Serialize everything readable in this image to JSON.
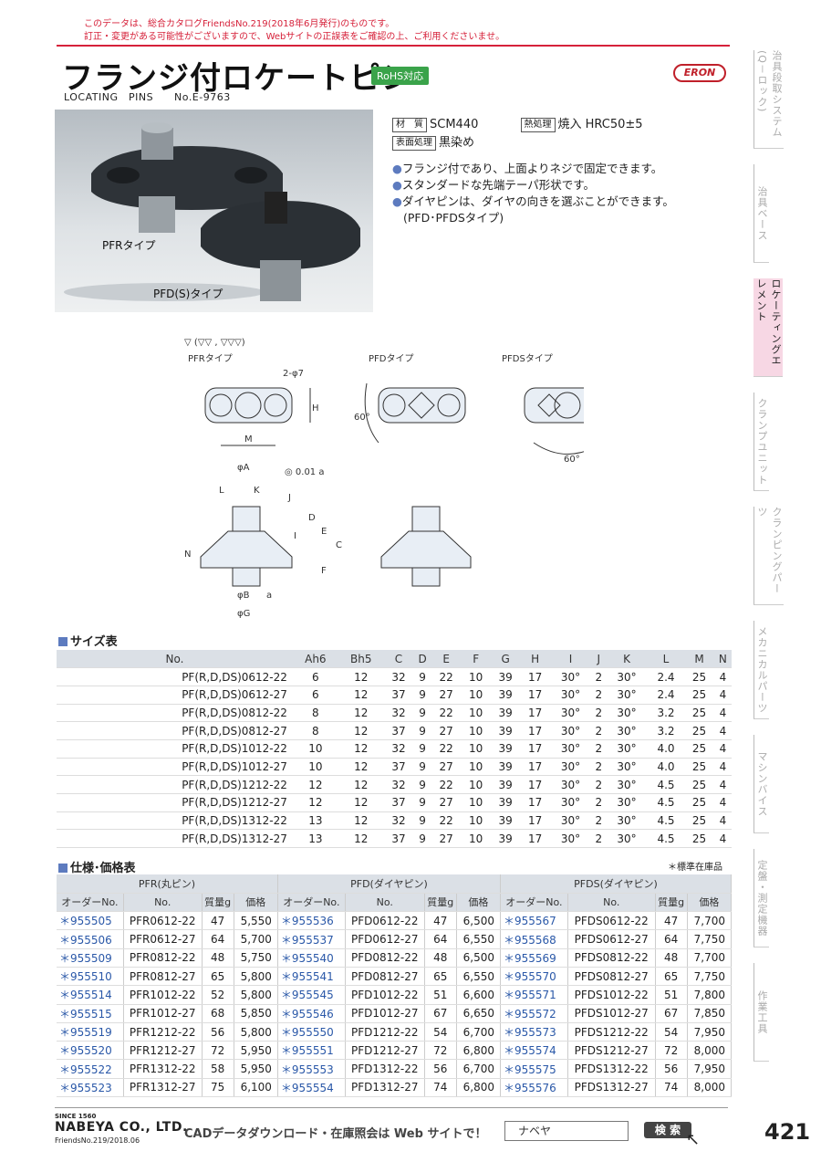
{
  "notice": [
    "このデータは、総合カタログFriendsNo.219(2018年6月発行)のものです。",
    "訂正・変更がある可能性がございますので、Webサイトの正誤表をご確認の上、ご利用くださいませ。"
  ],
  "title": "フランジ付ロケートピン",
  "rohs": "RoHS対応",
  "brand_logo": "ERON",
  "subtitle": "LOCATING　PINS　　No.E-9763",
  "photo": {
    "label1": "PFRタイプ",
    "label2": "PFD(S)タイプ"
  },
  "spec": {
    "material_tag": "材　質",
    "material": "SCM440",
    "heat_tag": "熱処理",
    "heat": "焼入 HRC50±5",
    "surface_tag": "表面処理",
    "surface": "黒染め"
  },
  "features": [
    "フランジ付であり、上面よりネジで固定できます。",
    "スタンダードな先端テーパ形状です。",
    "ダイヤピンは、ダイヤの向きを選ぶことができます。",
    "(PFD･PFDSタイプ)"
  ],
  "drawing": {
    "finish": "▽ (▽▽ , ▽▽▽)",
    "pfr": "PFRタイプ",
    "pfd": "PFDタイプ",
    "pfds": "PFDSタイプ",
    "hole": "2-φ7",
    "h": "H",
    "m": "M",
    "deg60": "60°",
    "phiA": "φA",
    "tol": "◎ 0.01 a",
    "phiB": "φB",
    "phiG": "φG",
    "a": "a",
    "n": "N",
    "c": "C",
    "d": "D",
    "e": "E",
    "f": "F",
    "j": "J",
    "k": "K",
    "i": "I",
    "l": "L"
  },
  "size_title": "サイズ表",
  "size_headers": [
    "No.",
    "Ah6",
    "Bh5",
    "C",
    "D",
    "E",
    "F",
    "G",
    "H",
    "I",
    "J",
    "K",
    "L",
    "M",
    "N"
  ],
  "size_rows": [
    [
      "PF(R,D,DS)0612-22",
      "6",
      "12",
      "32",
      "9",
      "22",
      "10",
      "39",
      "17",
      "30°",
      "2",
      "30°",
      "2.4",
      "25",
      "4"
    ],
    [
      "PF(R,D,DS)0612-27",
      "6",
      "12",
      "37",
      "9",
      "27",
      "10",
      "39",
      "17",
      "30°",
      "2",
      "30°",
      "2.4",
      "25",
      "4"
    ],
    [
      "PF(R,D,DS)0812-22",
      "8",
      "12",
      "32",
      "9",
      "22",
      "10",
      "39",
      "17",
      "30°",
      "2",
      "30°",
      "3.2",
      "25",
      "4"
    ],
    [
      "PF(R,D,DS)0812-27",
      "8",
      "12",
      "37",
      "9",
      "27",
      "10",
      "39",
      "17",
      "30°",
      "2",
      "30°",
      "3.2",
      "25",
      "4"
    ],
    [
      "PF(R,D,DS)1012-22",
      "10",
      "12",
      "32",
      "9",
      "22",
      "10",
      "39",
      "17",
      "30°",
      "2",
      "30°",
      "4.0",
      "25",
      "4"
    ],
    [
      "PF(R,D,DS)1012-27",
      "10",
      "12",
      "37",
      "9",
      "27",
      "10",
      "39",
      "17",
      "30°",
      "2",
      "30°",
      "4.0",
      "25",
      "4"
    ],
    [
      "PF(R,D,DS)1212-22",
      "12",
      "12",
      "32",
      "9",
      "22",
      "10",
      "39",
      "17",
      "30°",
      "2",
      "30°",
      "4.5",
      "25",
      "4"
    ],
    [
      "PF(R,D,DS)1212-27",
      "12",
      "12",
      "37",
      "9",
      "27",
      "10",
      "39",
      "17",
      "30°",
      "2",
      "30°",
      "4.5",
      "25",
      "4"
    ],
    [
      "PF(R,D,DS)1312-22",
      "13",
      "12",
      "32",
      "9",
      "22",
      "10",
      "39",
      "17",
      "30°",
      "2",
      "30°",
      "4.5",
      "25",
      "4"
    ],
    [
      "PF(R,D,DS)1312-27",
      "13",
      "12",
      "37",
      "9",
      "27",
      "10",
      "39",
      "17",
      "30°",
      "2",
      "30°",
      "4.5",
      "25",
      "4"
    ]
  ],
  "price_title": "仕様･価格表",
  "stock_note": "＊標準在庫品",
  "price_groups": [
    "PFR(丸ピン)",
    "PFD(ダイヤピン)",
    "PFDS(ダイヤピン)"
  ],
  "price_headers": [
    "オーダーNo.",
    "No.",
    "質量g",
    "価格"
  ],
  "price_rows": [
    [
      "＊955505",
      "PFR0612-22",
      "47",
      "5,550",
      "＊955536",
      "PFD0612-22",
      "47",
      "6,500",
      "＊955567",
      "PFDS0612-22",
      "47",
      "7,700"
    ],
    [
      "＊955506",
      "PFR0612-27",
      "64",
      "5,700",
      "＊955537",
      "PFD0612-27",
      "64",
      "6,550",
      "＊955568",
      "PFDS0612-27",
      "64",
      "7,750"
    ],
    [
      "＊955509",
      "PFR0812-22",
      "48",
      "5,750",
      "＊955540",
      "PFD0812-22",
      "48",
      "6,500",
      "＊955569",
      "PFDS0812-22",
      "48",
      "7,700"
    ],
    [
      "＊955510",
      "PFR0812-27",
      "65",
      "5,800",
      "＊955541",
      "PFD0812-27",
      "65",
      "6,550",
      "＊955570",
      "PFDS0812-27",
      "65",
      "7,750"
    ],
    [
      "＊955514",
      "PFR1012-22",
      "52",
      "5,800",
      "＊955545",
      "PFD1012-22",
      "51",
      "6,600",
      "＊955571",
      "PFDS1012-22",
      "51",
      "7,800"
    ],
    [
      "＊955515",
      "PFR1012-27",
      "68",
      "5,850",
      "＊955546",
      "PFD1012-27",
      "67",
      "6,650",
      "＊955572",
      "PFDS1012-27",
      "67",
      "7,850"
    ],
    [
      "＊955519",
      "PFR1212-22",
      "56",
      "5,800",
      "＊955550",
      "PFD1212-22",
      "54",
      "6,700",
      "＊955573",
      "PFDS1212-22",
      "54",
      "7,950"
    ],
    [
      "＊955520",
      "PFR1212-27",
      "72",
      "5,950",
      "＊955551",
      "PFD1212-27",
      "72",
      "6,800",
      "＊955574",
      "PFDS1212-27",
      "72",
      "8,000"
    ],
    [
      "＊955522",
      "PFR1312-22",
      "58",
      "5,950",
      "＊955553",
      "PFD1312-22",
      "56",
      "6,700",
      "＊955575",
      "PFDS1312-22",
      "56",
      "7,950"
    ],
    [
      "＊955523",
      "PFR1312-27",
      "75",
      "6,100",
      "＊955554",
      "PFD1312-27",
      "74",
      "6,800",
      "＊955576",
      "PFDS1312-27",
      "74",
      "8,000"
    ]
  ],
  "sidebar": [
    "治具段取システム(Q－ロック)",
    "治具ベース",
    "ロケーティングエレメント",
    "クランプユニット",
    "クランピングパーツ",
    "メカニカルパーツ",
    "マシンバイス",
    "定盤・測定機器",
    "作業工具"
  ],
  "footer": {
    "since": "SINCE 1560",
    "brand": "NABEYA CO., LTD.",
    "edition": "FriendsNo.219/2018.06",
    "cad": "CADデータダウンロード・在庫照会は Web サイトで！",
    "search_value": "ナベヤ",
    "search_btn": "検 索",
    "page": "421"
  }
}
